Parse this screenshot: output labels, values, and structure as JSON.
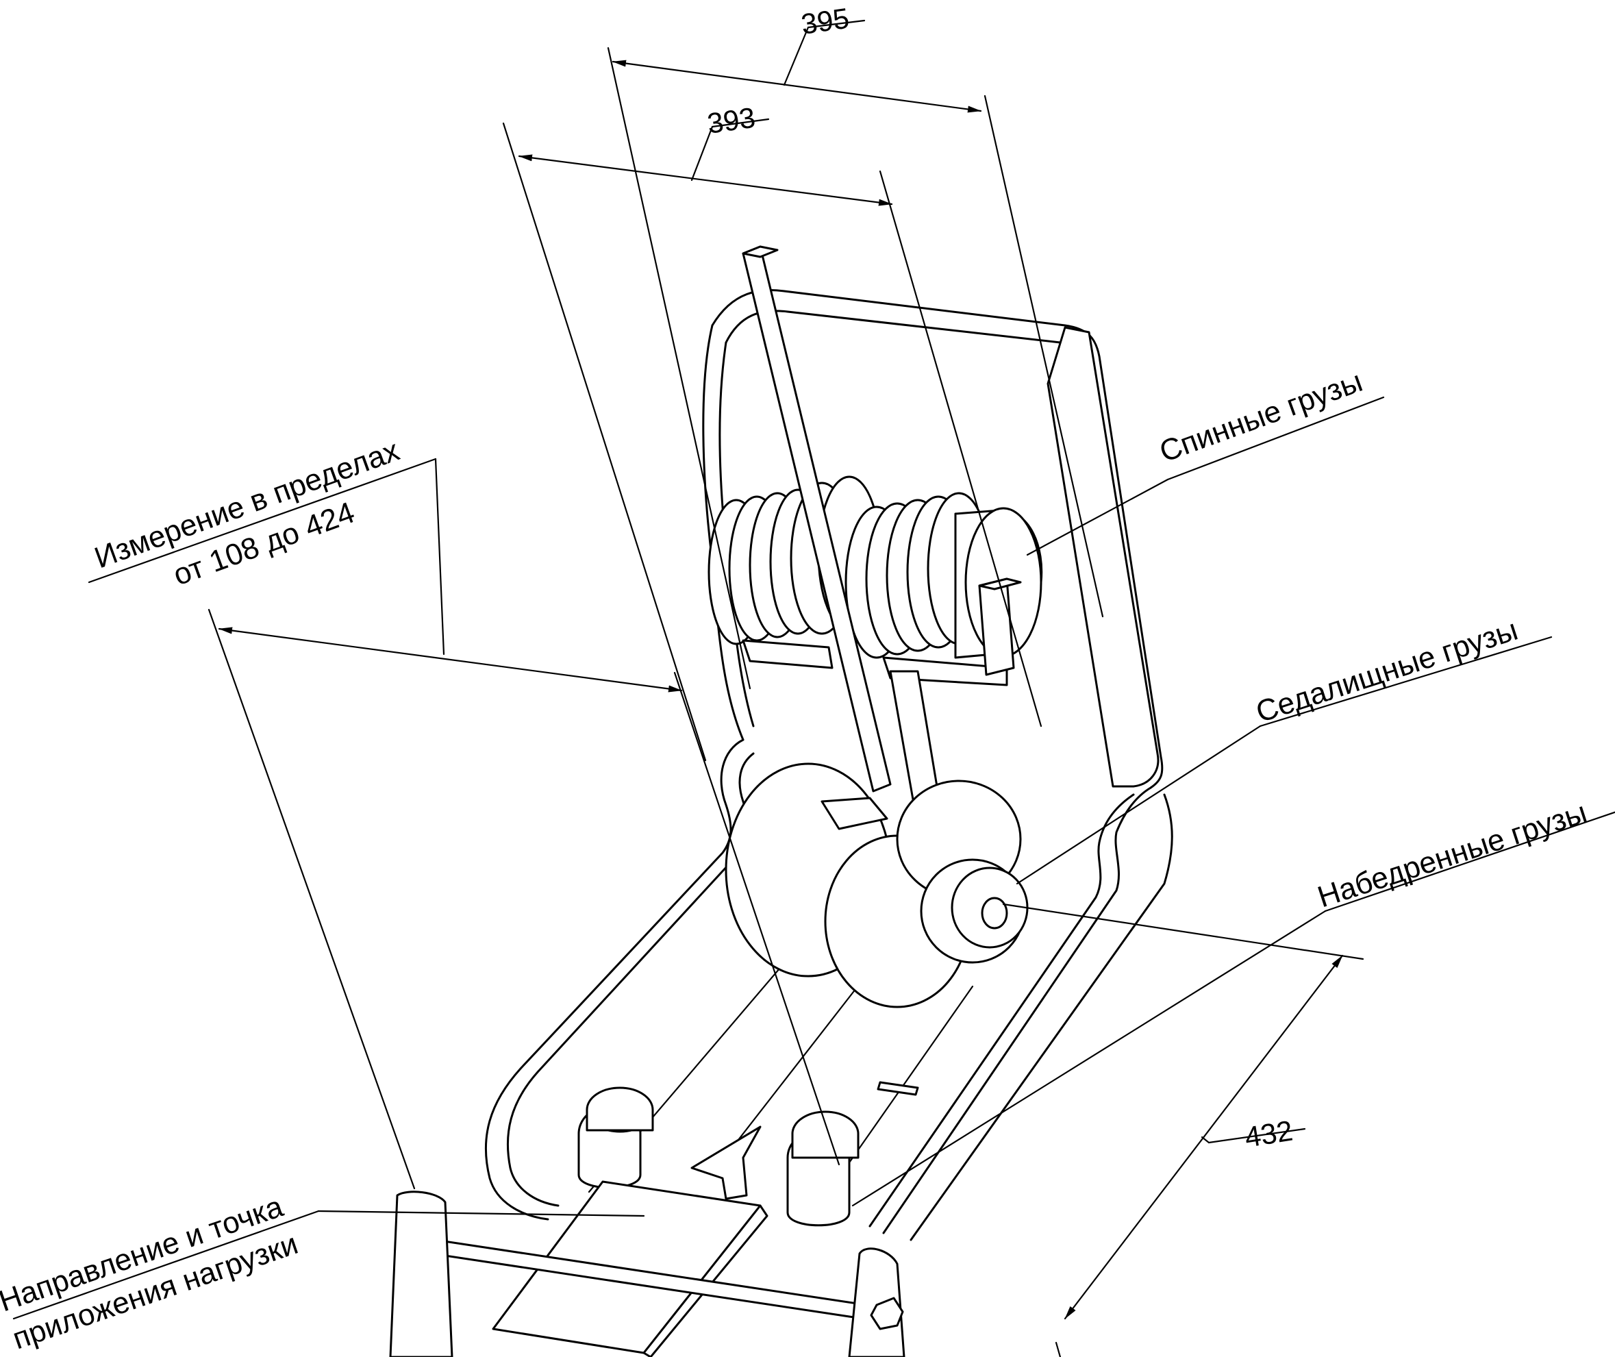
{
  "dimensions": {
    "width_outer": "395",
    "width_inner": "393",
    "depth": "432"
  },
  "labels": {
    "back_weights": "Спинные грузы",
    "seat_weights": "Седалищные грузы",
    "thigh_weights": "Набедренные грузы",
    "measure_line1": "Измерение в пределах",
    "measure_line2": "от 108 до 424",
    "load_line1": "Направление и точка",
    "load_line2": "приложения нагрузки"
  },
  "colors": {
    "ink": "#000000",
    "paper": "#ffffff"
  }
}
